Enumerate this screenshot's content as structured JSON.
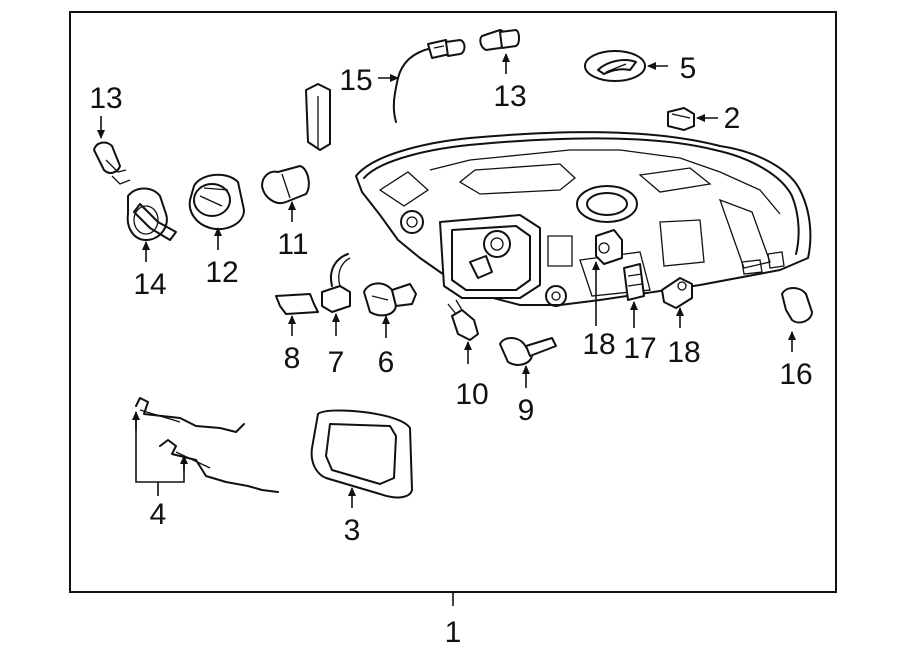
{
  "diagram": {
    "callouts": {
      "c1": "1",
      "c2": "2",
      "c3": "3",
      "c4": "4",
      "c5": "5",
      "c6": "6",
      "c7": "7",
      "c8": "8",
      "c9": "9",
      "c10": "10",
      "c11": "11",
      "c12": "12",
      "c13a": "13",
      "c13b": "13",
      "c14": "14",
      "c15": "15",
      "c16": "16",
      "c17": "17",
      "c18a": "18",
      "c18b": "18"
    }
  }
}
